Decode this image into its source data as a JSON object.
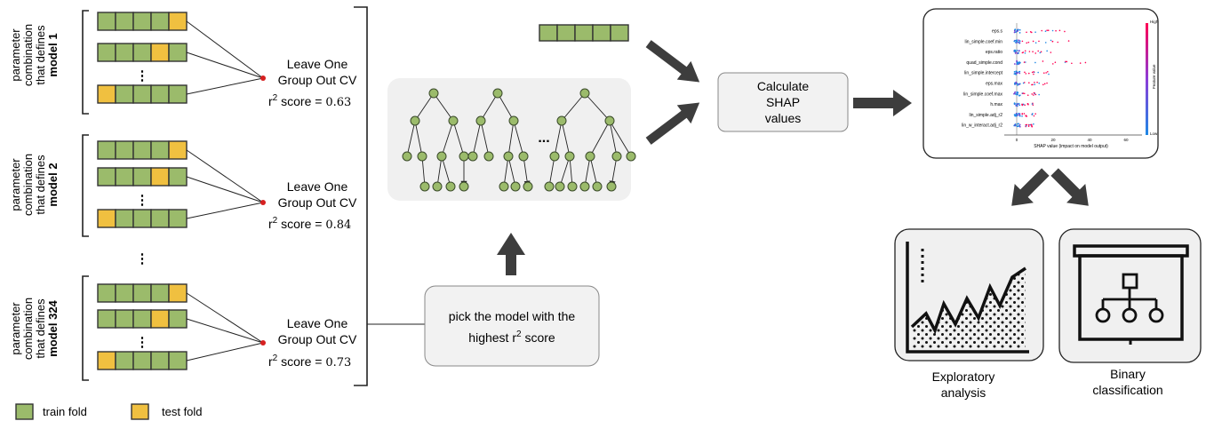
{
  "models": [
    {
      "line1": "parameter",
      "line2": "combination",
      "line3": "that defines",
      "name": "model 1",
      "cv_line1": "Leave One",
      "cv_line2": "Group Out CV",
      "r2_prefix": "r",
      "r2_sup": "2",
      "r2_rest": " score = ",
      "score": "0.63"
    },
    {
      "line1": "parameter",
      "line2": "combination",
      "line3": "that defines",
      "name": "model 2",
      "cv_line1": "Leave One",
      "cv_line2": "Group Out CV",
      "r2_prefix": "r",
      "r2_sup": "2",
      "r2_rest": " score = ",
      "score": "0.84"
    },
    {
      "line1": "parameter",
      "line2": "combination",
      "line3": "that defines",
      "name": "model 324",
      "cv_line1": "Leave One",
      "cv_line2": "Group Out CV",
      "r2_prefix": "r",
      "r2_sup": "2",
      "r2_rest": " score = ",
      "score": "0.73"
    }
  ],
  "ellipsis": "⋮",
  "tree_ellipsis": "...",
  "legend": {
    "train": "train fold",
    "test": "test fold"
  },
  "pick_box": {
    "line1": "pick the model with the",
    "line2_prefix": "highest r",
    "line2_sup": "2",
    "line2_rest": " score"
  },
  "shap_box": {
    "line1": "Calculate",
    "line2": "SHAP",
    "line3": "values"
  },
  "shap_plot": {
    "features": [
      "eps.s",
      "lin_simple.coef.min",
      "eps.ratio",
      "quad_simple.cond",
      "lin_simple.intercept",
      "eps.max",
      "lin_simple.coef.max",
      "h.max",
      "lin_simple.adj_r2",
      "lin_w_interact.adj_r2"
    ],
    "xlabel": "SHAP value (impact on model output)",
    "ticks": [
      "0",
      "20",
      "40",
      "60"
    ],
    "colorbar_high": "High",
    "colorbar_low": "Low",
    "colorbar_label": "Feature value"
  },
  "outputs": {
    "exploratory_line1": "Exploratory",
    "exploratory_line2": "analysis",
    "binary_line1": "Binary",
    "binary_line2": "classification"
  },
  "colors": {
    "train": "#9bbb6b",
    "test": "#f0c040",
    "arrow": "#3d3d3d",
    "node": "#9bbb6b"
  }
}
